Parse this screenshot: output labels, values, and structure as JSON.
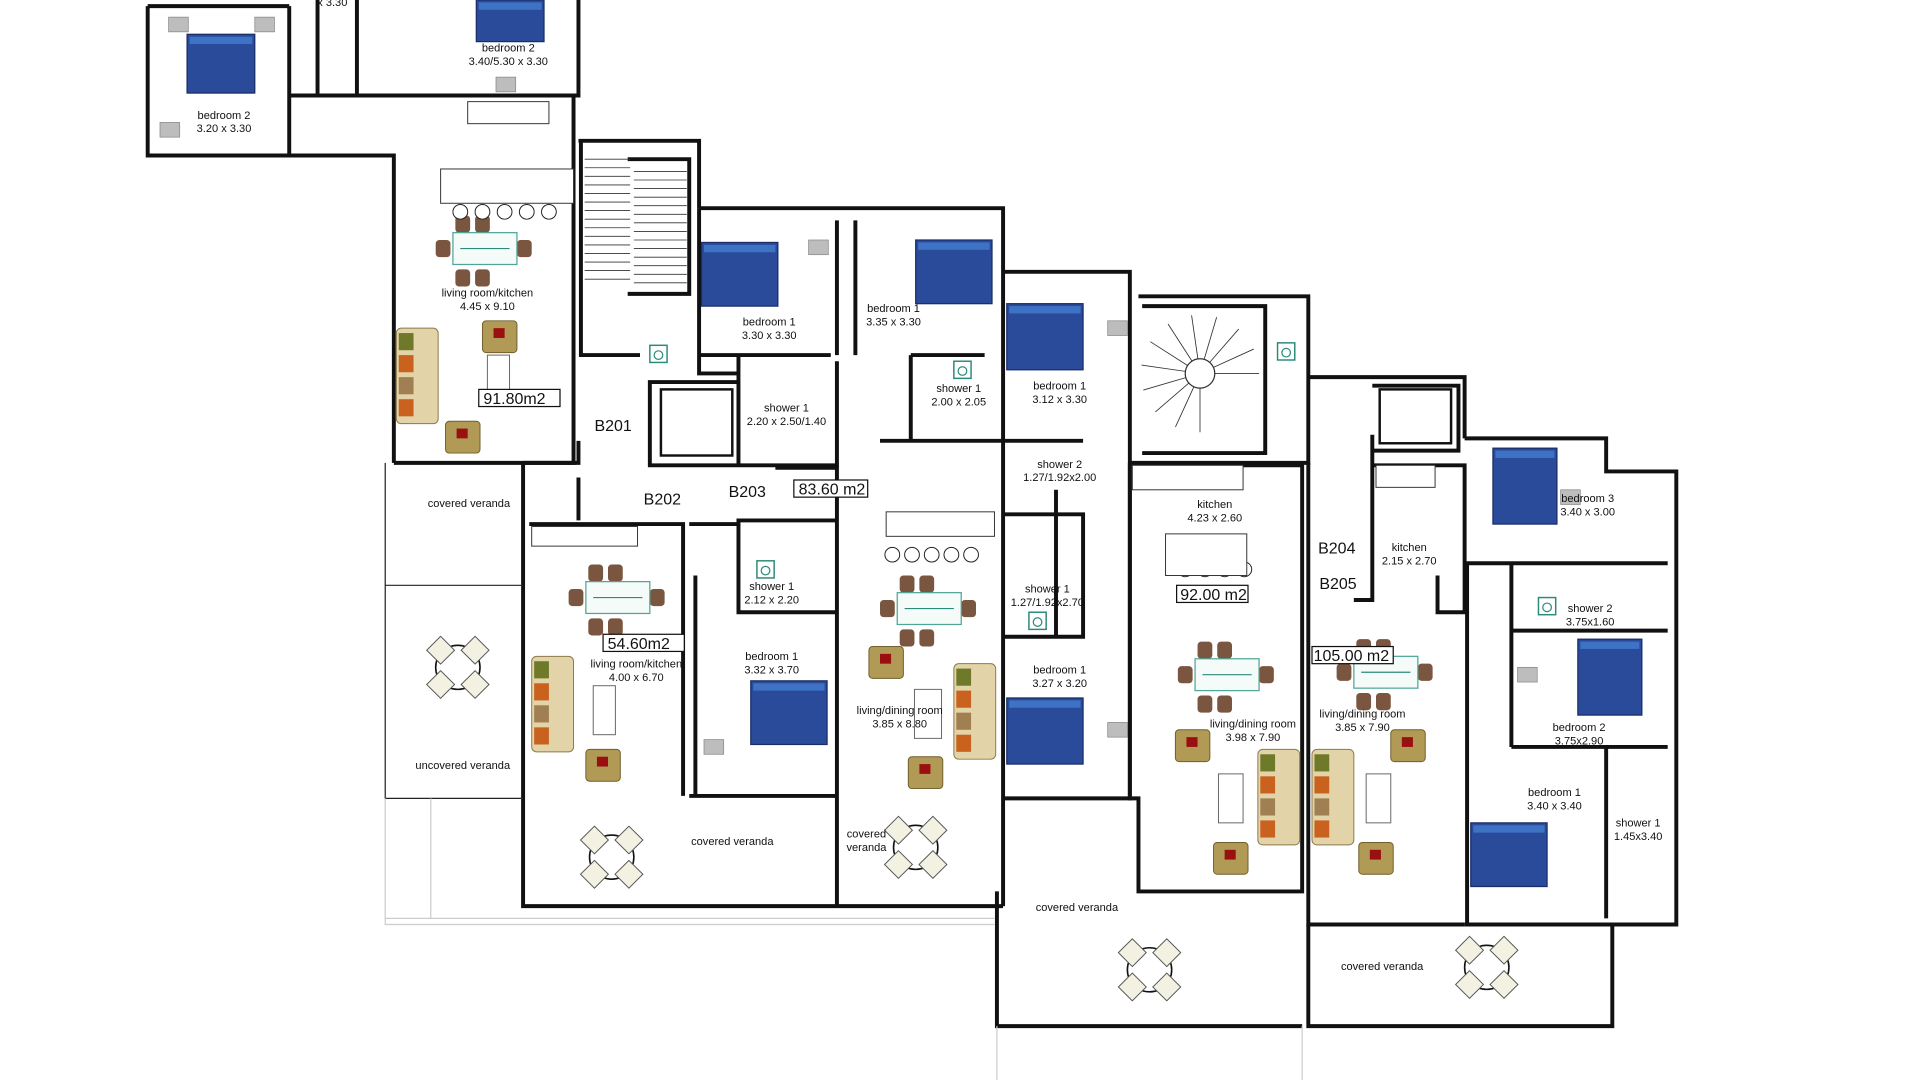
{
  "plan": {
    "units": [
      {
        "id": "B201",
        "area": "91.80m2"
      },
      {
        "id": "B202",
        "area": "54.60m2"
      },
      {
        "id": "B203",
        "area": "83.60 m2"
      },
      {
        "id": "B204",
        "area": "92.00 m2"
      },
      {
        "id": "B205",
        "area": "105.00 m2"
      }
    ],
    "rooms": [
      {
        "name": "",
        "dims": "x 3.30"
      },
      {
        "name": "bedroom 2",
        "dims": "3.40/5.30 x 3.30"
      },
      {
        "name": "bedroom 2",
        "dims": "3.20 x 3.30"
      },
      {
        "name": "living room/kitchen",
        "dims": "4.45 x 9.10"
      },
      {
        "name": "bedroom 1",
        "dims": "3.30 x 3.30"
      },
      {
        "name": "bedroom 1",
        "dims": "3.35 x 3.30"
      },
      {
        "name": "shower 1",
        "dims": "2.20 x 2.50/1.40"
      },
      {
        "name": "shower 1",
        "dims": "2.00 x 2.05"
      },
      {
        "name": "bedroom 1",
        "dims": "3.12 x 3.30"
      },
      {
        "name": "shower 2",
        "dims": "1.27/1.92x2.00"
      },
      {
        "name": "shower 1",
        "dims": "1.27/1.92x2.70"
      },
      {
        "name": "bedroom 1",
        "dims": "3.27 x 3.20"
      },
      {
        "name": "kitchen",
        "dims": "4.23 x 2.60"
      },
      {
        "name": "kitchen",
        "dims": "2.15 x 2.70"
      },
      {
        "name": "living/dining room",
        "dims": "3.98 x 7.90"
      },
      {
        "name": "living/dining room",
        "dims": "3.85 x 7.90"
      },
      {
        "name": "bedroom 3",
        "dims": "3.40 x 3.00"
      },
      {
        "name": "shower 2",
        "dims": "3.75x1.60"
      },
      {
        "name": "bedroom 2",
        "dims": "3.75x2.90"
      },
      {
        "name": "bedroom 1",
        "dims": "3.40 x 3.40"
      },
      {
        "name": "shower 1",
        "dims": "1.45x3.40"
      },
      {
        "name": "living room/kitchen",
        "dims": "4.00 x 6.70"
      },
      {
        "name": "shower 1",
        "dims": "2.12 x 2.20"
      },
      {
        "name": "bedroom 1",
        "dims": "3.32 x 3.70"
      },
      {
        "name": "living/dining room",
        "dims": "3.85 x 8.80"
      }
    ],
    "verandas": [
      {
        "label": "covered veranda"
      },
      {
        "label": "uncovered veranda"
      },
      {
        "label": "covered veranda"
      },
      {
        "label_line1": "covered",
        "label_line2": "veranda"
      },
      {
        "label": "covered veranda"
      },
      {
        "label": "covered veranda"
      }
    ],
    "colors": {
      "wall": "#111111",
      "bed": "#2a4a9a",
      "accessible": "#2c8a7a",
      "table": "#4fa596"
    }
  }
}
